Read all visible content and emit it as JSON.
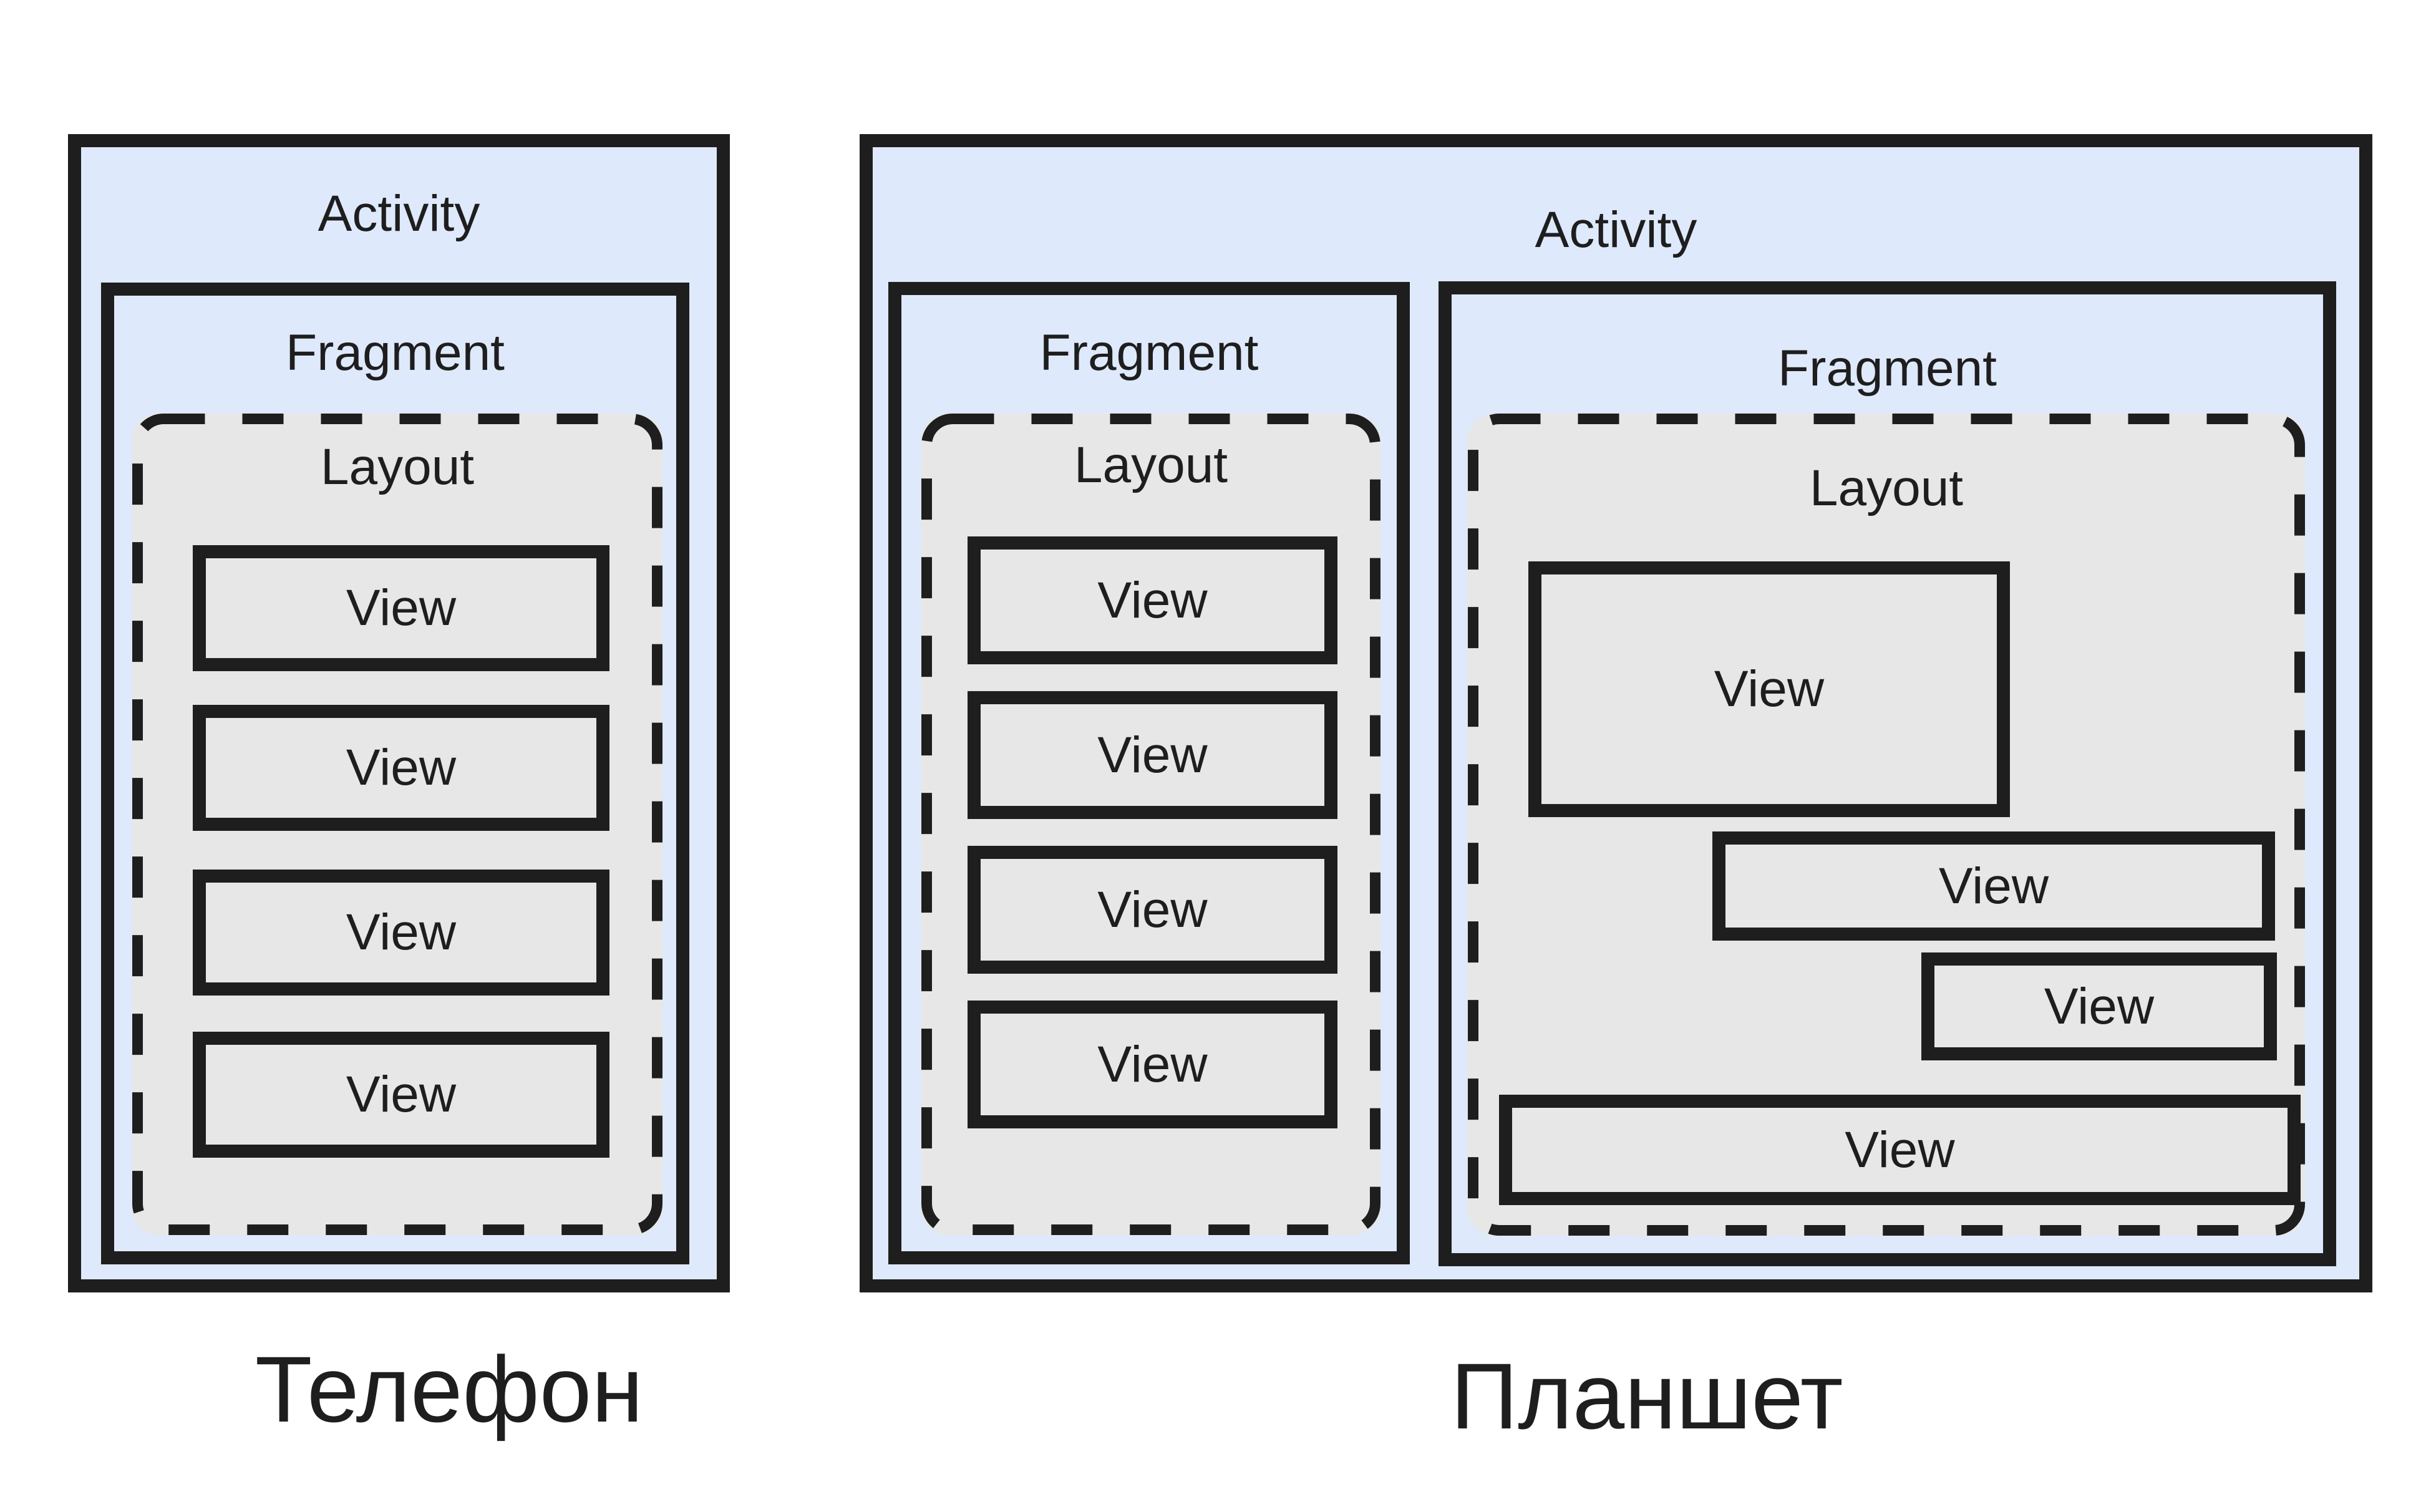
{
  "diagrams": {
    "phone": {
      "activity_label": "Activity",
      "fragment": {
        "label": "Fragment",
        "layout": {
          "label": "Layout",
          "views": [
            "View",
            "View",
            "View",
            "View"
          ]
        }
      },
      "caption": "Телефон"
    },
    "tablet": {
      "activity_label": "Activity",
      "fragment_left": {
        "label": "Fragment",
        "layout": {
          "label": "Layout",
          "views": [
            "View",
            "View",
            "View",
            "View"
          ]
        }
      },
      "fragment_right": {
        "label": "Fragment",
        "layout": {
          "label": "Layout",
          "views": [
            "View",
            "View",
            "View",
            "View"
          ]
        }
      },
      "caption": "Планшет"
    }
  },
  "colors": {
    "background": "#ffffff",
    "activity_fill": "#dfe9fc",
    "layout_fill": "#e7e7e7",
    "stroke": "#1e1e1e",
    "text": "#1e1e1e"
  }
}
